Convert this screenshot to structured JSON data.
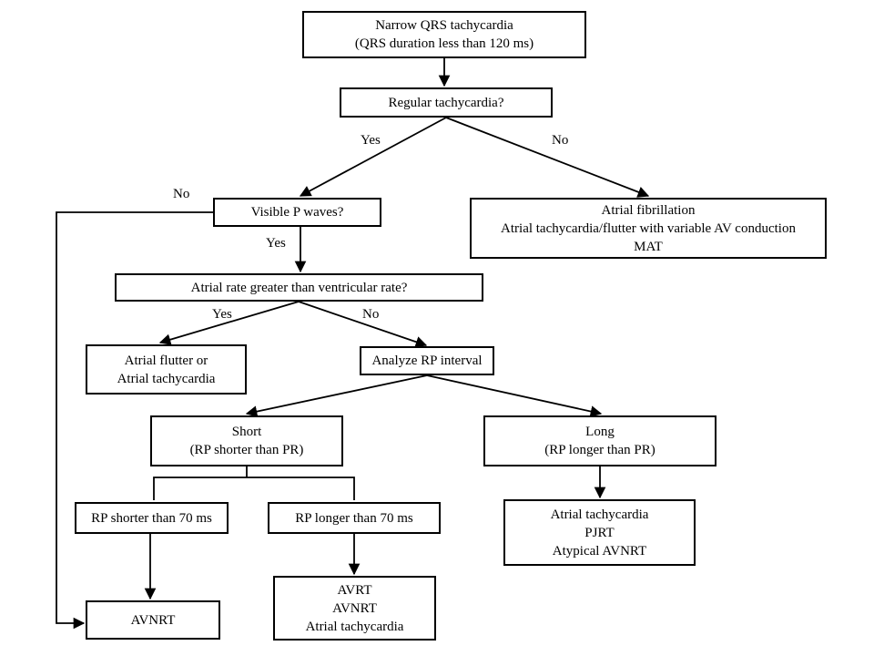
{
  "nodes": {
    "narrow_qrs": {
      "lines": [
        "Narrow QRS tachycardia",
        "(QRS duration less than 120 ms)"
      ]
    },
    "regular": {
      "lines": [
        "Regular tachycardia?"
      ]
    },
    "visible_p": {
      "lines": [
        "Visible P waves?"
      ]
    },
    "afib": {
      "lines": [
        "Atrial fibrillation",
        "Atrial tachycardia/flutter with variable AV conduction",
        "MAT"
      ]
    },
    "atrial_rate": {
      "lines": [
        "Atrial rate greater than ventricular rate?"
      ]
    },
    "flutter": {
      "lines": [
        "Atrial flutter or",
        "Atrial tachycardia"
      ]
    },
    "analyze_rp": {
      "lines": [
        "Analyze RP interval"
      ]
    },
    "short": {
      "lines": [
        "Short",
        "(RP shorter than PR)"
      ]
    },
    "long": {
      "lines": [
        "Long",
        "(RP longer than PR)"
      ]
    },
    "rp_short70": {
      "lines": [
        "RP shorter than 70 ms"
      ]
    },
    "rp_long70": {
      "lines": [
        "RP longer than 70 ms"
      ]
    },
    "long_result": {
      "lines": [
        "Atrial tachycardia",
        "PJRT",
        "Atypical AVNRT"
      ]
    },
    "avnrt": {
      "lines": [
        "AVNRT"
      ]
    },
    "avrt_result": {
      "lines": [
        "AVRT",
        "AVNRT",
        "Atrial tachycardia"
      ]
    }
  },
  "edge_labels": {
    "regular_yes": "Yes",
    "regular_no": "No",
    "visible_no": "No",
    "visible_yes": "Yes",
    "atrial_yes": "Yes",
    "atrial_no": "No"
  }
}
